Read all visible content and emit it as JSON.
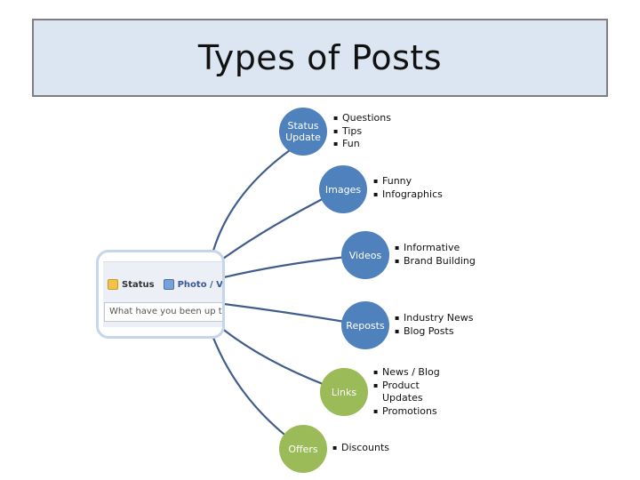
{
  "title": "Types of Posts",
  "colors": {
    "blue_node": "#4f81bd",
    "green_node": "#9bbb59",
    "connector": "#3f5d8a"
  },
  "widget": {
    "tab_status": "Status",
    "tab_photo": "Photo / V",
    "placeholder": "What have you been up to"
  },
  "branches": [
    {
      "label": "Status Update",
      "color": "blue",
      "items": [
        "Questions",
        "Tips",
        "Fun"
      ]
    },
    {
      "label": "Images",
      "color": "blue",
      "items": [
        "Funny",
        "Infographics"
      ]
    },
    {
      "label": "Videos",
      "color": "blue",
      "items": [
        "Informative",
        "Brand Building"
      ]
    },
    {
      "label": "Reposts",
      "color": "blue",
      "items": [
        "Industry News",
        "Blog Posts"
      ]
    },
    {
      "label": "Links",
      "color": "green",
      "items": [
        "News / Blog",
        "Product Updates",
        "Promotions"
      ]
    },
    {
      "label": "Offers",
      "color": "green",
      "items": [
        "Discounts"
      ]
    }
  ]
}
